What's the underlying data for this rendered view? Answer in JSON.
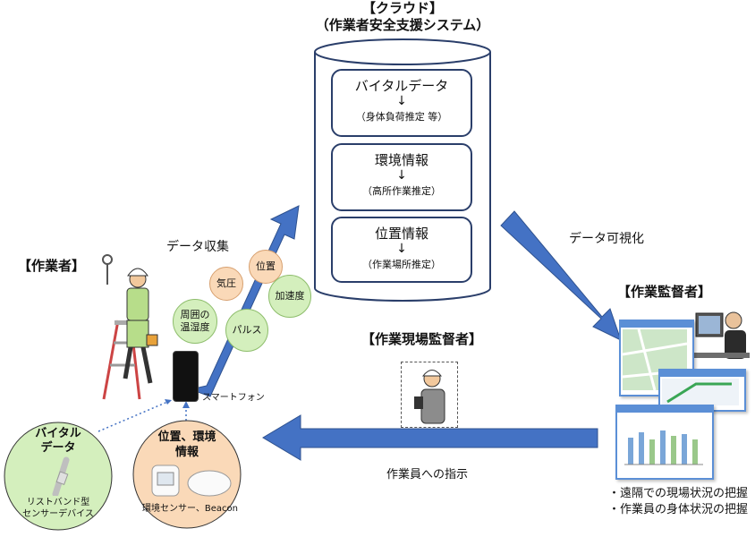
{
  "cloud": {
    "title_line1": "【クラウド】",
    "title_line2": "（作業者安全支援システム）",
    "boxes": [
      {
        "main": "バイタルデータ",
        "arrow": "↓",
        "sub": "（身体負荷推定 等）"
      },
      {
        "main": "環境情報",
        "arrow": "↓",
        "sub": "（高所作業推定）"
      },
      {
        "main": "位置情報",
        "arrow": "↓",
        "sub": "（作業場所推定）"
      }
    ]
  },
  "worker": {
    "label": "【作業者】",
    "smartphone_label": "スマートフォン"
  },
  "data_collection": {
    "label": "データ収集",
    "bubbles": {
      "temp_humidity": "周囲の\n温湿度",
      "pressure": "気圧",
      "position": "位置",
      "pulse": "パルス",
      "acceleration": "加速度"
    }
  },
  "visualization_label": "データ可視化",
  "supervisor": {
    "label": "【作業監督者】",
    "bullets": [
      "・遠隔での現場状況の把握",
      "・作業員の身体状況の把握"
    ]
  },
  "site_supervisor": {
    "label": "【作業現場監督者】"
  },
  "instruction_label": "作業員への指示",
  "vital_circle": {
    "title_line1": "バイタル",
    "title_line2": "データ",
    "device_line1": "リストバンド型",
    "device_line2": "センサーデバイス"
  },
  "env_circle": {
    "title_line1": "位置、環境",
    "title_line2": "情報",
    "device_label": "環境センサー、Beacon"
  },
  "colors": {
    "arrow_blue": "#4472c4",
    "box_border": "#2a3e6a",
    "green_bubble": "#d4efbd",
    "orange_bubble": "#fad9b8",
    "monitor_blue": "#5b8fd6"
  }
}
